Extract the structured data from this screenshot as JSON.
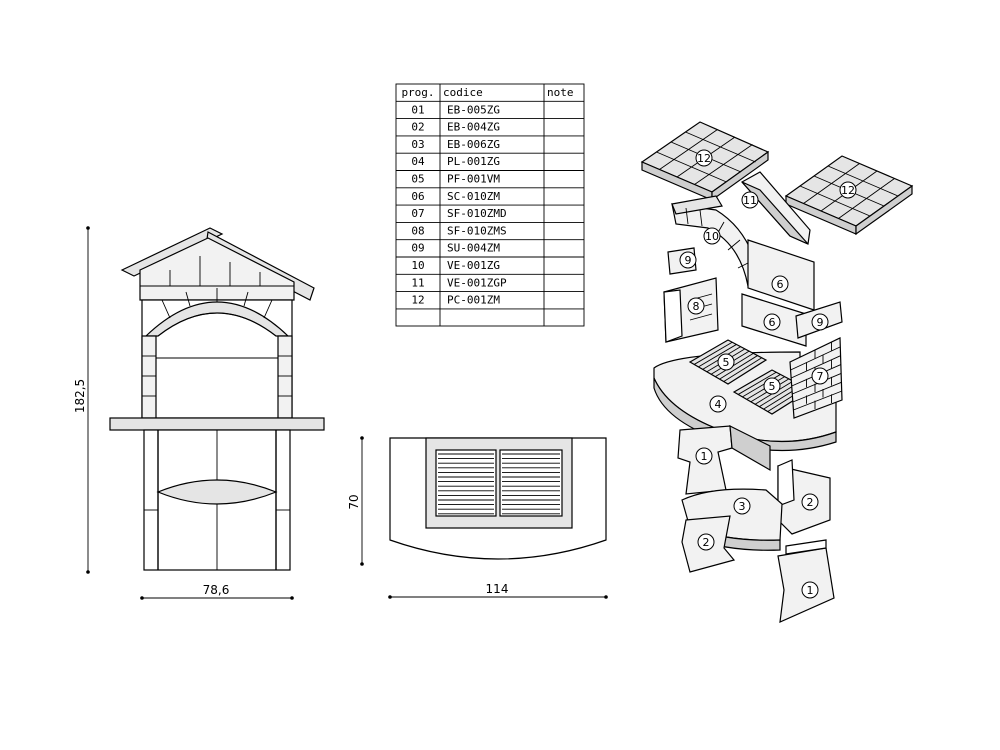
{
  "table": {
    "headers": [
      "prog.",
      "codice",
      "note"
    ],
    "rows": [
      [
        "01",
        "EB-005ZG",
        ""
      ],
      [
        "02",
        "EB-004ZG",
        ""
      ],
      [
        "03",
        "EB-006ZG",
        ""
      ],
      [
        "04",
        "PL-001ZG",
        ""
      ],
      [
        "05",
        "PF-001VM",
        ""
      ],
      [
        "06",
        "SC-010ZM",
        ""
      ],
      [
        "07",
        "SF-010ZMD",
        ""
      ],
      [
        "08",
        "SF-010ZMS",
        ""
      ],
      [
        "09",
        "SU-004ZM",
        ""
      ],
      [
        "10",
        "VE-001ZG",
        ""
      ],
      [
        "11",
        "VE-001ZGP",
        ""
      ],
      [
        "12",
        "PC-001ZM",
        ""
      ],
      [
        "",
        "",
        ""
      ]
    ]
  },
  "dimensions": {
    "front_height": "182,5",
    "front_width": "78,6",
    "plan_depth": "70",
    "plan_width": "114"
  },
  "balloons": {
    "b12a": "12",
    "b12b": "12",
    "b11": "11",
    "b10": "10",
    "b9a": "9",
    "b8": "8",
    "b6a": "6",
    "b6b": "6",
    "b9b": "9",
    "b5a": "5",
    "b5b": "5",
    "b7": "7",
    "b4": "4",
    "b1a": "1",
    "b2a": "2",
    "b3": "3",
    "b2b": "2",
    "b1b": "1"
  }
}
